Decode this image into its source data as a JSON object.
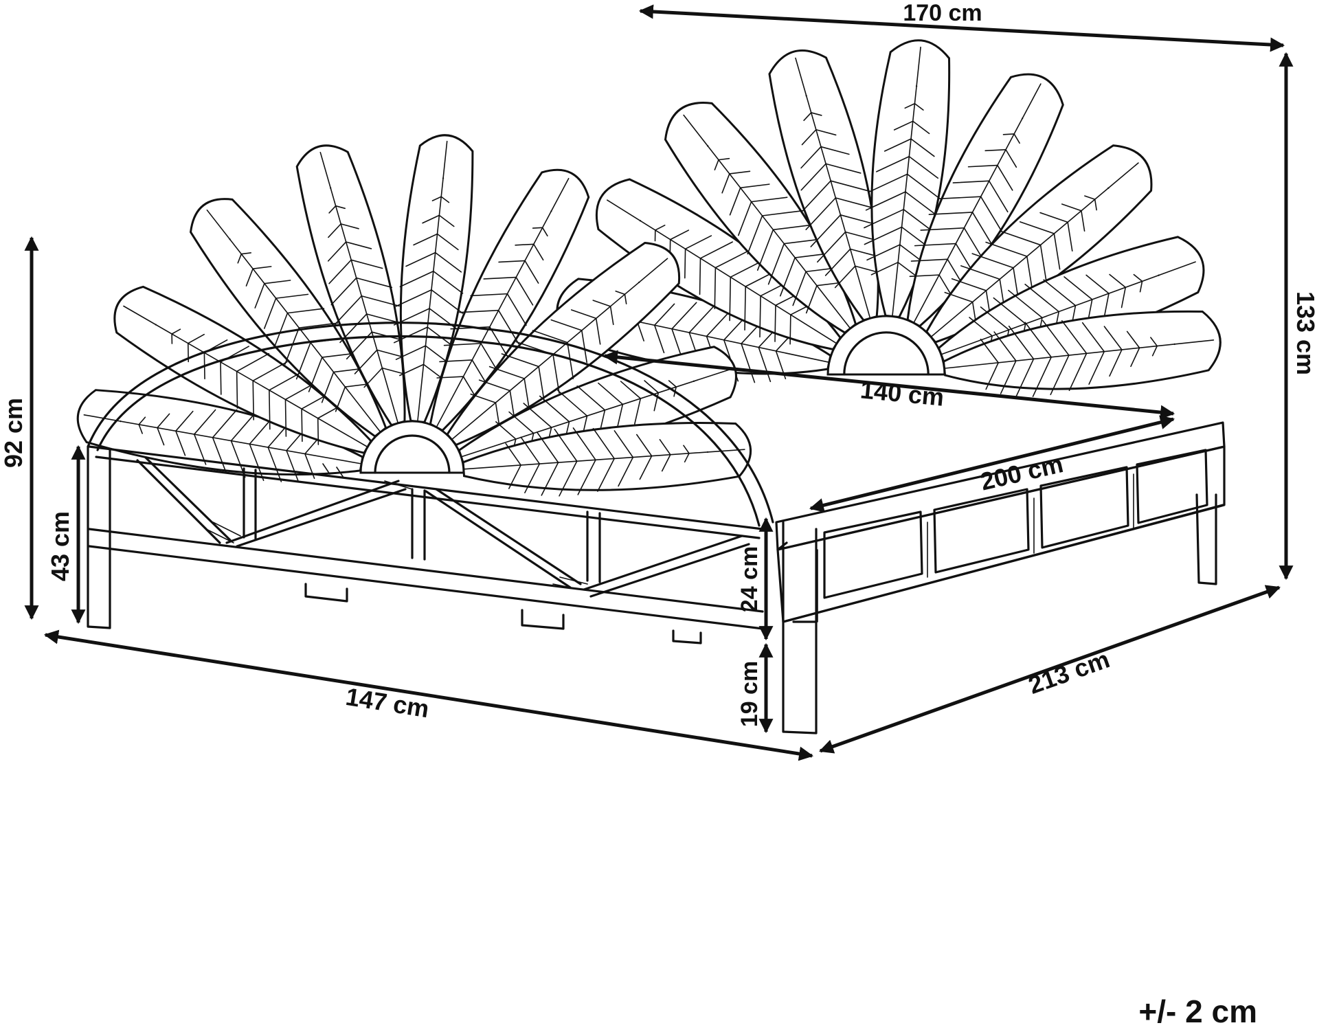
{
  "dimensions": {
    "width_headboard": "170 cm",
    "height_headboard": "133 cm",
    "inner_width": "140 cm",
    "inner_length": "200 cm",
    "footboard_height": "92 cm",
    "side_height": "43 cm",
    "rail_height": "24 cm",
    "clearance": "19 cm",
    "overall_width": "147 cm",
    "overall_length": "213 cm"
  },
  "tolerance": "+/- 2 cm"
}
